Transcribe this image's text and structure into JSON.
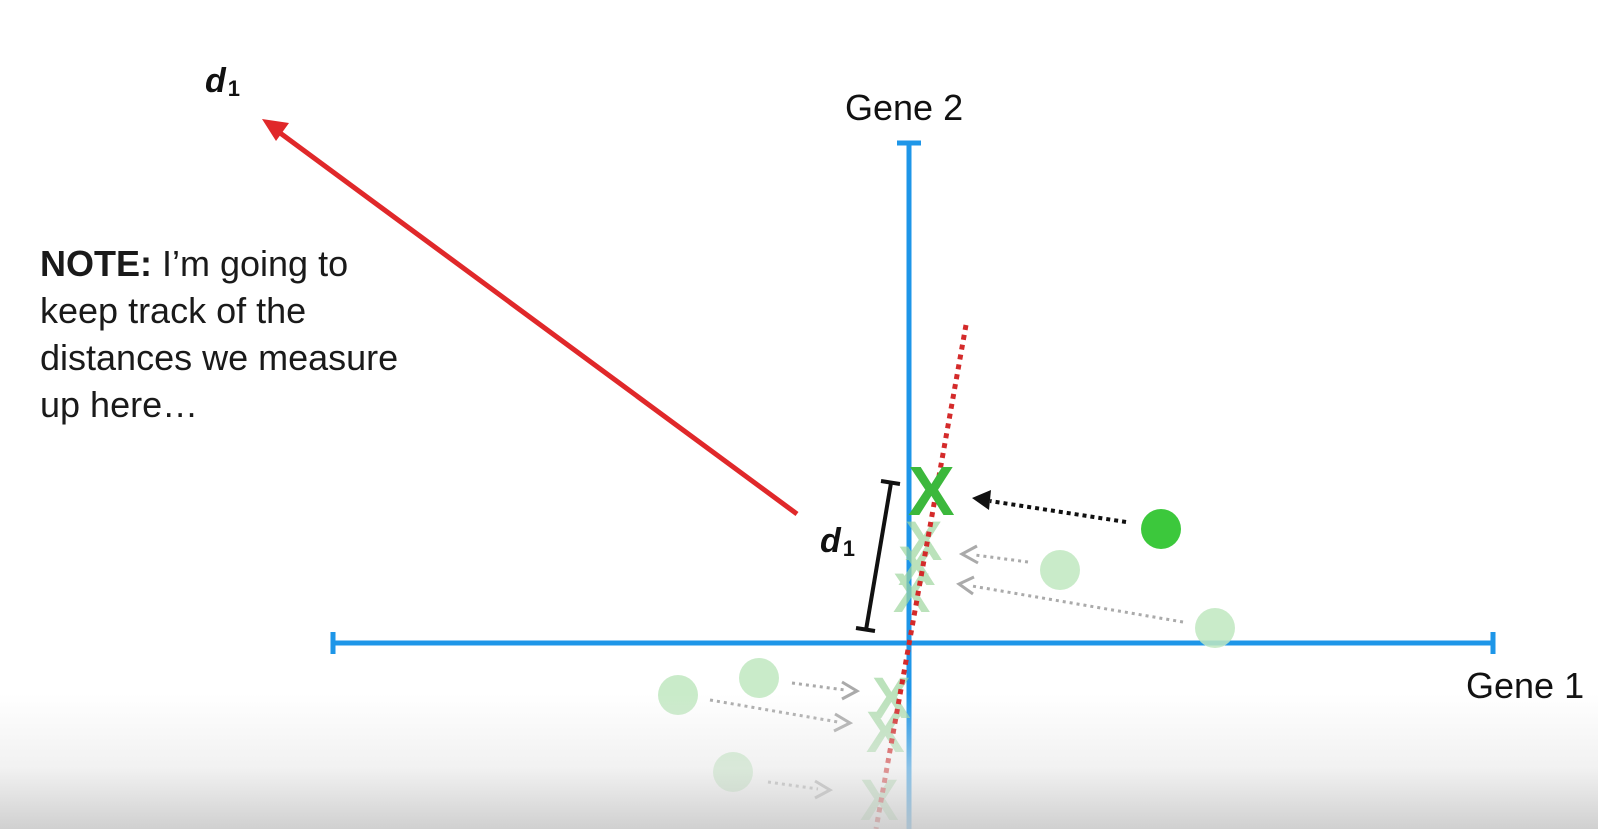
{
  "axes": {
    "x_label": "Gene 1",
    "y_label": "Gene 2"
  },
  "labels": {
    "distance_top": {
      "main": "d",
      "sub": "1"
    },
    "distance_mid": {
      "main": "d",
      "sub": "1"
    }
  },
  "note": {
    "lead": "NOTE:",
    "line1_rest": " I’m going to",
    "line2": "keep track of the",
    "line3": "distances we measure",
    "line4": "up here…"
  },
  "markers": {
    "projection_mark": "X"
  },
  "colors": {
    "axis": "#1e96e8",
    "pointer_arrow": "#e0282a",
    "fit_line": "#d42a2a",
    "highlight_point": "#3cc83c",
    "faded_point": "#bfe8bf",
    "projection_arrow": "#111111",
    "faded_arrow": "#aaaaaa"
  },
  "icons": {
    "pointer_arrow": "arrow-icon",
    "projection_arrow": "dotted-arrow-icon"
  }
}
